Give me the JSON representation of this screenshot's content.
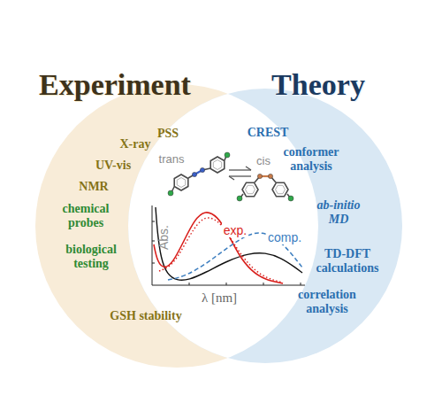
{
  "diagram": {
    "nodes": [
      {
        "text": [
          "Experiment",
          "PSS",
          "X-ray",
          "UV-vis",
          "NMR",
          "chemical probes",
          "biological testing",
          "GSH stability"
        ]
      },
      {
        "text": [
          "Theory",
          "CREST",
          "conformer analysis",
          "ab-initio MD",
          "TD-DFT calculations",
          "correlation analysis"
        ]
      }
    ],
    "labels": [
      "trans",
      "cis",
      "exp.",
      "comp.",
      "Abs.",
      "λ [nm]"
    ]
  }
}
